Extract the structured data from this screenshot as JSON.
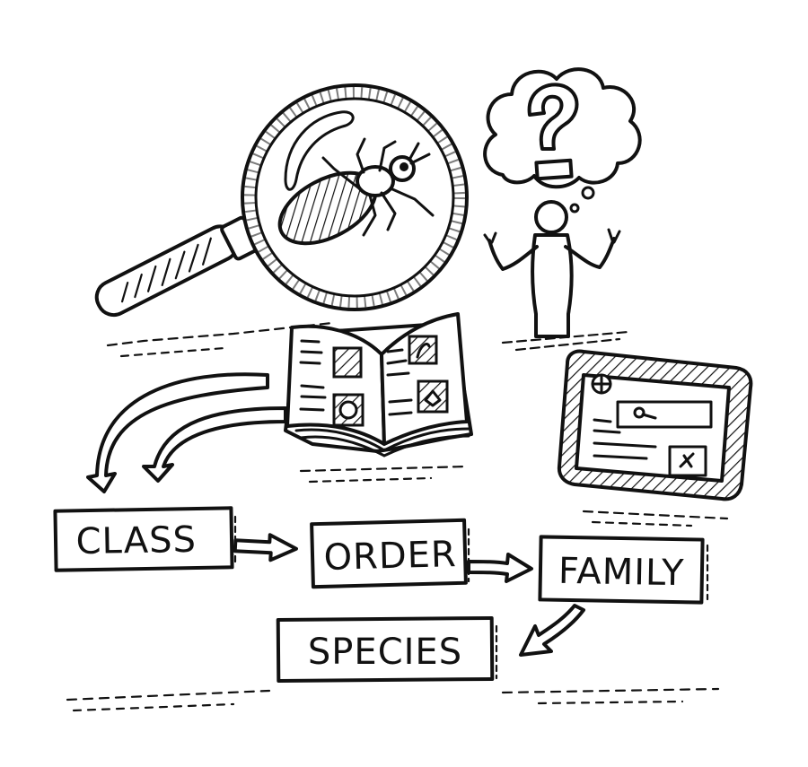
{
  "taxonomy_boxes": [
    {
      "key": "class",
      "label": "CLASS"
    },
    {
      "key": "order",
      "label": "ORDER"
    },
    {
      "key": "family",
      "label": "FAMILY"
    },
    {
      "key": "species",
      "label": "SPECIES"
    }
  ],
  "icons": {
    "magnifier": "magnifying-glass-icon",
    "insect": "bug-icon",
    "thinker": "confused-person-icon",
    "thought": "question-mark-icon",
    "book": "open-book-icon",
    "tablet": "tablet-icon"
  },
  "colors": {
    "ink": "#111111",
    "paper": "#ffffff"
  }
}
